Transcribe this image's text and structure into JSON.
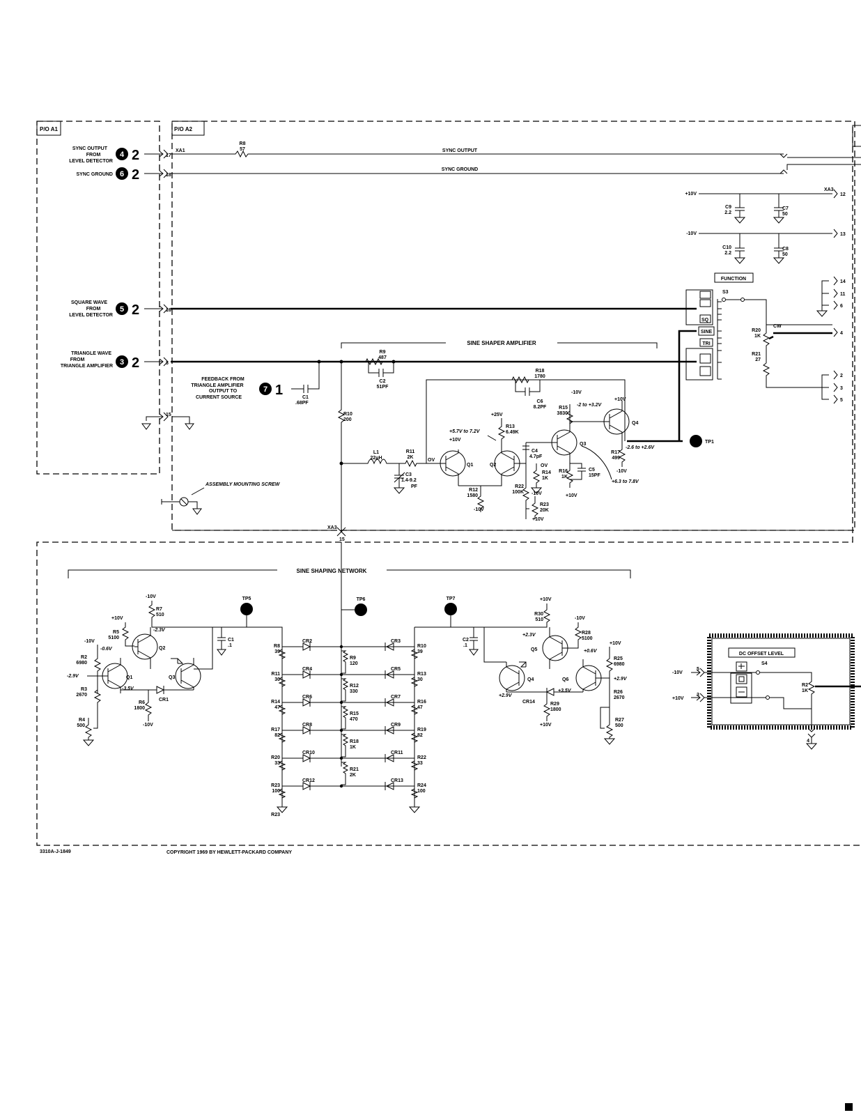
{
  "blocks": {
    "a1": "P/O A1",
    "a2": "P/O A2"
  },
  "inputs": {
    "sync_output": {
      "l1": "SYNC OUTPUT",
      "l2": "FROM",
      "l3": "LEVEL DETECTOR",
      "num": "4",
      "sheet": "2",
      "pin": "17"
    },
    "sync_ground": {
      "l1": "SYNC GROUND",
      "num": "6",
      "sheet": "2",
      "pin": "18"
    },
    "square_wave": {
      "l1": "SQUARE WAVE",
      "l2": "FROM",
      "l3": "LEVEL DETECTOR",
      "num": "5",
      "sheet": "2",
      "pin": "16"
    },
    "triangle_wave": {
      "l1": "TRIANGLE WAVE",
      "l2": "FROM",
      "l3": "TRIANGLE AMPLIFIER",
      "num": "3",
      "sheet": "2",
      "pin": "8"
    },
    "feedback": {
      "l1": "FEEDBACK FROM",
      "l2": "TRIANGLE AMPLIFIER",
      "l3": "OUTPUT TO",
      "l4": "CURRENT SOURCE",
      "num": "7",
      "sheet": "1"
    },
    "pin15": "15"
  },
  "nets": {
    "sync_output": "SYNC OUTPUT",
    "sync_ground": "SYNC GROUND",
    "xa1": "XA1",
    "xa3": "XA3",
    "xa3_pin": "15",
    "plus10": "+10V",
    "minus10": "-10V",
    "plus25": "+25V",
    "ov": "OV",
    "cw": "CW"
  },
  "sections": {
    "sine_shaper_amp": "SINE SHAPER AMPLIFIER",
    "sine_shaping_net": "SINE SHAPING NETWORK",
    "assembly_screw": "ASSEMBLY MOUNTING SCREW"
  },
  "function_switch": {
    "title": "FUNCTION",
    "ref": "S3",
    "positions": [
      "SQ",
      "SINE",
      "TRI"
    ]
  },
  "dc_offset": {
    "title": "DC OFFSET LEVEL",
    "ref": "S4",
    "r2": "R2",
    "r2v": "1K",
    "in1": "-10V",
    "in2": "+10V",
    "p5": "5",
    "p3": "3",
    "p4": "4"
  },
  "right_pins": [
    "12",
    "13",
    "14",
    "11",
    "6",
    "4",
    "2",
    "3",
    "5"
  ],
  "amp_components": {
    "r8": "R8",
    "r8v": "57",
    "r9": "R9",
    "r9v": "487",
    "c2": "C2",
    "c2v": "51PF",
    "c1": "C1",
    "c1v": ".68PF",
    "r10": "R10",
    "r10v": "200",
    "l1": "L1",
    "l1v": "22μH",
    "r11": "R11",
    "r11v": "2K",
    "c3": "C3",
    "c3v": "1.4-9.2",
    "c3u": "PF",
    "r18": "R18",
    "r18v": "1780",
    "c6": "C6",
    "c6v": "8.2PF",
    "r13": "R13",
    "r13v": "6.49K",
    "r15": "R15",
    "r15v": "3830",
    "r17": "R17",
    "r17v": "499",
    "r16": "R16",
    "r16v": "1K",
    "c5": "C5",
    "c5v": "15PF",
    "c4": "C4",
    "c4v": "4.7pF",
    "r14": "R14",
    "r14v": "1K",
    "r12": "R12",
    "r12v": "1580",
    "r22": "R22",
    "r22v": "100K",
    "r23": "R23",
    "r23v": "20K",
    "r20": "R20",
    "r20v": "1K",
    "r21": "R21",
    "r21v": "27",
    "c9": "C9",
    "c9v": "2.2",
    "c7": "C7",
    "c7v": "50",
    "c10": "C10",
    "c10v": "2.2",
    "c8": "C8",
    "c8v": "50",
    "q1": "Q1",
    "q2": "Q2",
    "q3": "Q3",
    "q4": "Q4",
    "tp1": "TP1",
    "v_q1": "+5.7V to 7.2V",
    "v_r15": "-2 to +3.2V",
    "v_q4": "-2.6 to +2.6V",
    "v_r16": "+6.3 to 7.8V"
  },
  "net_components": {
    "tp5": "TP5",
    "tp6": "TP6",
    "tp7": "TP7",
    "r7": "R7",
    "r7v": "510",
    "r5": "R5",
    "r5v": "5100",
    "r2": "R2",
    "r2v": "6980",
    "r3": "R3",
    "r3v": "2670",
    "r4": "R4",
    "r4v": "500",
    "r6": "R6",
    "r6v": "1800",
    "c1": "C1",
    "c1v": ".1",
    "q1": "Q1",
    "q2": "Q2",
    "q3": "Q3",
    "cr1": "CR1",
    "v_m23": "-2.3V",
    "v_m06": "-0.6V",
    "v_m29": "-2.9V",
    "v_m35": "-3.5V",
    "left_r": [
      [
        "R8",
        "39"
      ],
      [
        "R11",
        "30"
      ],
      [
        "R14",
        "47"
      ],
      [
        "R17",
        "82"
      ],
      [
        "R20",
        "33"
      ],
      [
        "R23",
        "100"
      ]
    ],
    "mid_r": [
      [
        "R9",
        "120"
      ],
      [
        "R12",
        "330"
      ],
      [
        "R15",
        "470"
      ],
      [
        "R18",
        "1K"
      ],
      [
        "R21",
        "2K"
      ]
    ],
    "right_r": [
      [
        "R10",
        "39"
      ],
      [
        "R13",
        "30"
      ],
      [
        "R16",
        "47"
      ],
      [
        "R19",
        "82"
      ],
      [
        "R22",
        "33"
      ],
      [
        "R24",
        "100"
      ]
    ],
    "cr_left": [
      "CR2",
      "CR4",
      "CR6",
      "CR8",
      "CR10",
      "CR12"
    ],
    "cr_right": [
      "CR3",
      "CR5",
      "CR7",
      "CR9",
      "CR11",
      "CR13"
    ],
    "c2": "C2",
    "c2v": ".1",
    "r30": "R30",
    "r30v": "510",
    "r28": "R28",
    "r28v": "5100",
    "r25": "R25",
    "r25v": "6980",
    "r26": "R26",
    "r26v": "2670",
    "r27": "R27",
    "r27v": "500",
    "r29": "R29",
    "r29v": "1800",
    "q4": "Q4",
    "q5": "Q5",
    "q6": "Q6",
    "cr14": "CR14",
    "v_p23": "+2.3V",
    "v_p06": "+0.6V",
    "v_p29": "+2.9V",
    "v_p35": "+3.5V"
  },
  "footer": {
    "drawing_no": "3310A-J-1849",
    "copyright": "COPYRIGHT 1969 BY HEWLETT-PACKARD COMPANY"
  }
}
